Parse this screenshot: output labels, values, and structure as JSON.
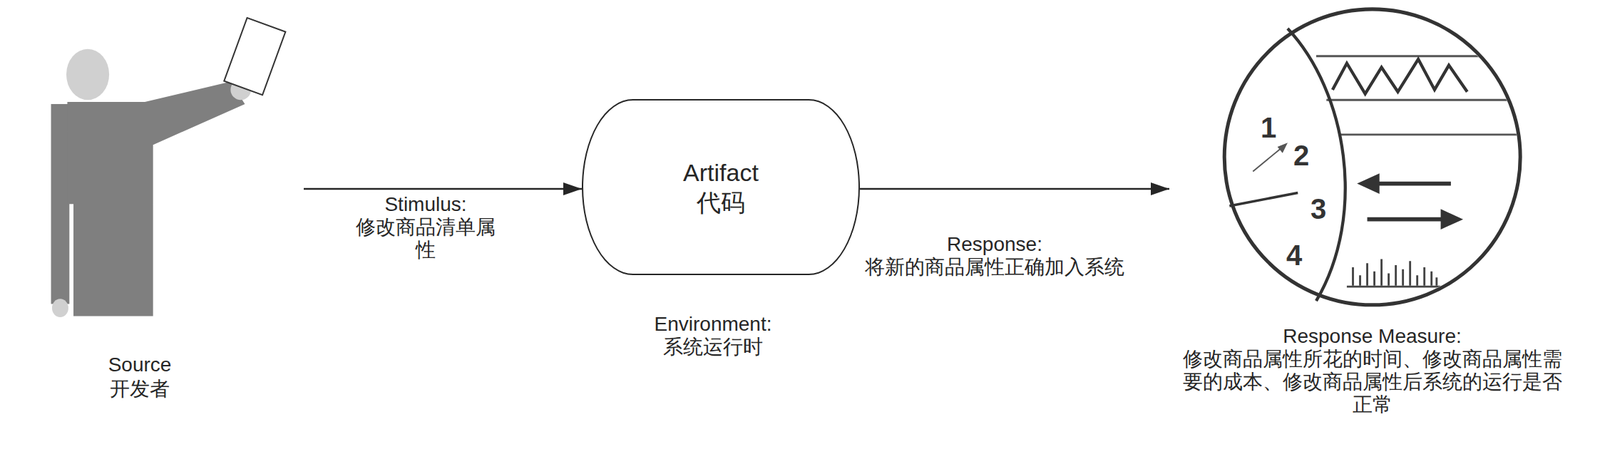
{
  "diagram": {
    "nodes": [
      {
        "text": [
          "Source",
          "开发者"
        ]
      },
      {
        "text": [
          "Artifact",
          "代码"
        ]
      },
      {
        "text": [
          "Response Measure:",
          "修改商品属性所花的时间、修改商品属性需要的成本、修改商品属性后系统的运行是否正常"
        ]
      }
    ],
    "edges": [
      {
        "from": 0,
        "to": 1,
        "label": "Stimulus: 修改商品清单属性",
        "arrow": "to"
      },
      {
        "from": 1,
        "to": 2,
        "label": "Response: 将新的商品属性正确加入系统",
        "arrow": "to"
      }
    ],
    "labels": [
      "Environment: 系统运行时",
      "1",
      "2",
      "3",
      "4"
    ]
  }
}
